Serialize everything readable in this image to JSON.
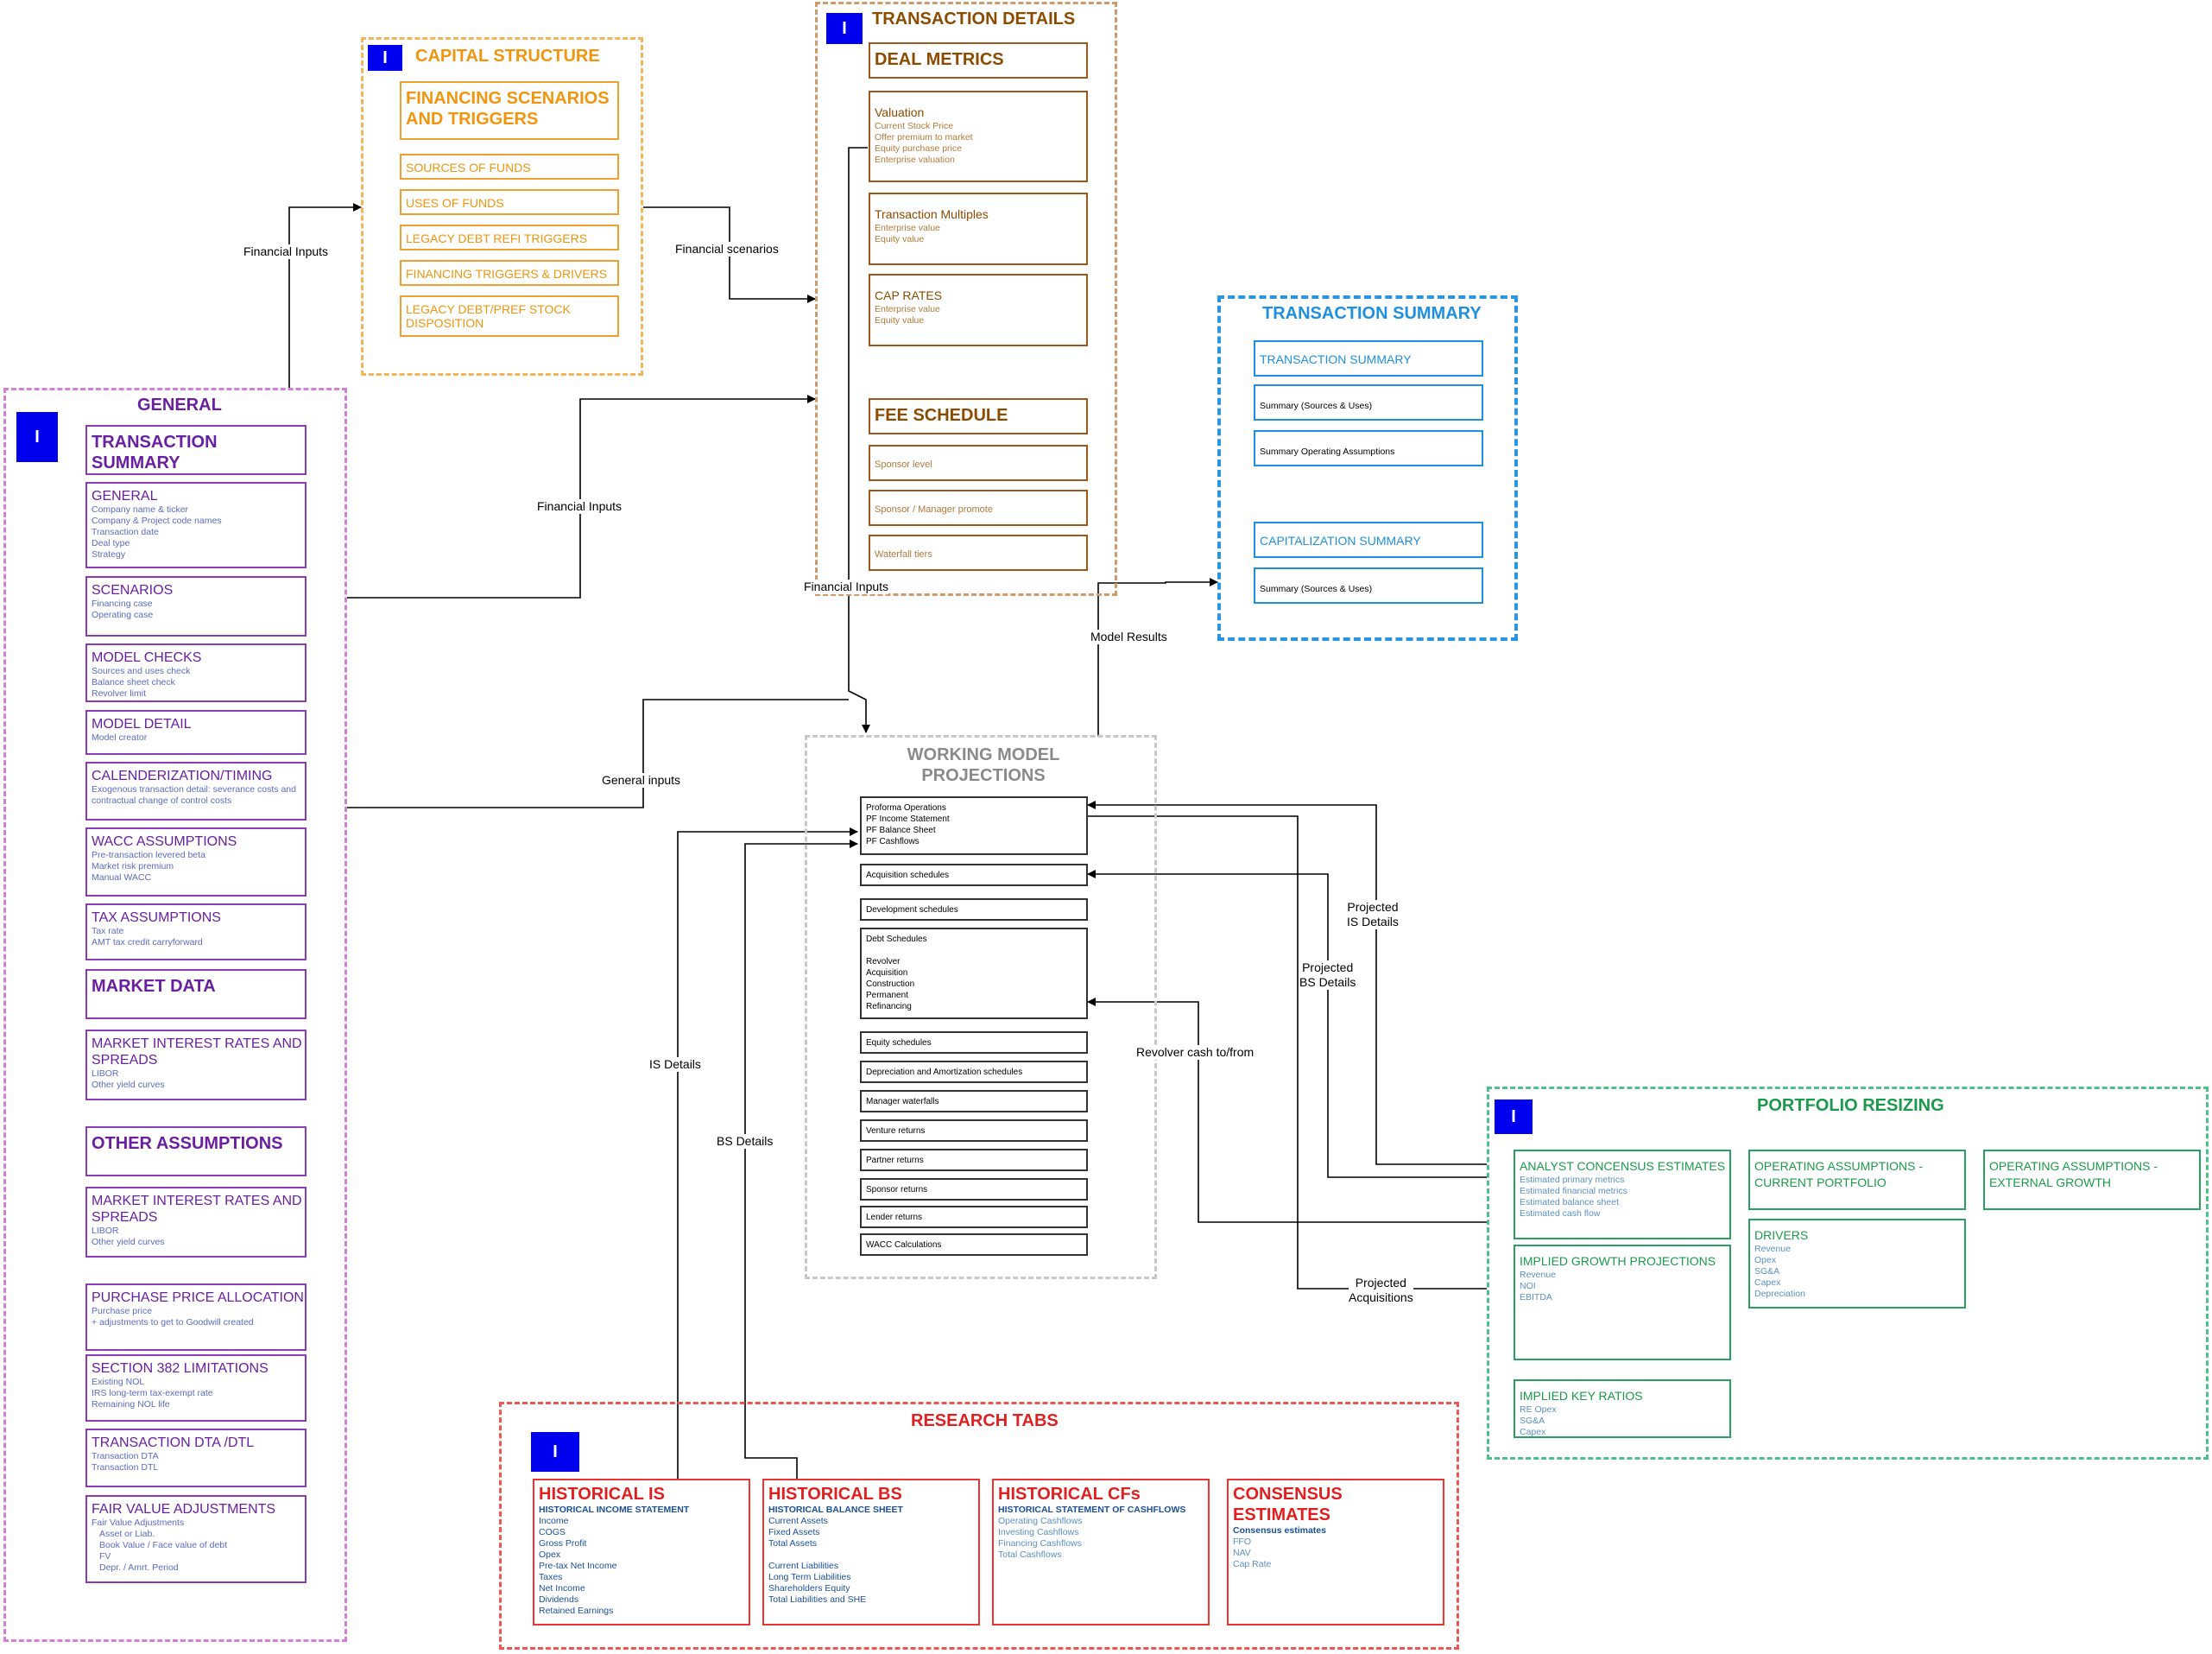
{
  "diagram": {
    "groups": {
      "general": {
        "title": "GENERAL",
        "badge": "I",
        "boxes": [
          {
            "heading": "TRANSACTION SUMMARY",
            "lines": []
          },
          {
            "heading": "GENERAL",
            "lines": [
              "Company name & ticker",
              "Company & Project code names",
              "Transaction date",
              "Deal type",
              "Strategy"
            ]
          },
          {
            "heading": "SCENARIOS",
            "lines": [
              "Financing case",
              "Operating case"
            ]
          },
          {
            "heading": "MODEL CHECKS",
            "lines": [
              "Sources and uses check",
              "Balance sheet check",
              "Revolver limit"
            ]
          },
          {
            "heading": "MODEL DETAIL",
            "lines": [
              "Model creator"
            ]
          },
          {
            "heading": "CALENDERIZATION/TIMING",
            "lines": [
              "Exogenous transaction detail: severance costs and",
              "contractual change of control costs"
            ]
          },
          {
            "heading": "WACC ASSUMPTIONS",
            "lines": [
              "Pre-transaction levered beta",
              "Market risk premium",
              "Manual WACC"
            ]
          },
          {
            "heading": "TAX ASSUMPTIONS",
            "lines": [
              "Tax rate",
              "AMT tax credit carryforward"
            ]
          },
          {
            "heading": "MARKET DATA",
            "lines": []
          },
          {
            "heading": "MARKET INTEREST RATES AND SPREADS",
            "lines": [
              "LIBOR",
              "Other yield curves"
            ]
          },
          {
            "heading": "OTHER ASSUMPTIONS",
            "lines": []
          },
          {
            "heading": "MARKET INTEREST RATES AND SPREADS",
            "lines": [
              "LIBOR",
              "Other yield curves"
            ]
          },
          {
            "heading": "PURCHASE PRICE ALLOCATION",
            "lines": [
              "Purchase price",
              "+ adjustments to get to Goodwill created"
            ]
          },
          {
            "heading": "SECTION 382 LIMITATIONS",
            "lines": [
              "Existing NOL",
              "IRS long-term tax-exempt rate",
              "Remaining NOL life"
            ]
          },
          {
            "heading": "TRANSACTION DTA /DTL",
            "lines": [
              "Transaction DTA",
              "Transaction DTL"
            ]
          },
          {
            "heading": "FAIR VALUE ADJUSTMENTS",
            "lines": [
              "Fair Value Adjustments",
              "Asset or Liab.",
              "Book Value / Face value of debt",
              "FV",
              "Depr. / Amrt. Period"
            ]
          }
        ]
      },
      "capital_structure": {
        "title": "CAPITAL STRUCTURE",
        "badge": "I",
        "boxes": [
          "FINANCING SCENARIOS AND TRIGGERS",
          "SOURCES OF FUNDS",
          "USES OF FUNDS",
          "LEGACY DEBT REFI TRIGGERS",
          "FINANCING TRIGGERS & DRIVERS",
          "LEGACY DEBT/PREF STOCK DISPOSITION"
        ]
      },
      "transaction_details": {
        "title": "TRANSACTION DETAILS",
        "badge": "I",
        "boxes": [
          {
            "heading": "DEAL METRICS",
            "lines": []
          },
          {
            "heading": "Valuation",
            "lines": [
              "Current Stock Price",
              "Offer premium to market",
              "Equity purchase price",
              "Enterprise valuation"
            ]
          },
          {
            "heading": "Transaction Multiples",
            "lines": [
              "Enterprise value",
              "Equity value"
            ]
          },
          {
            "heading": "CAP RATES",
            "lines": [
              "Enterprise value",
              "Equity value"
            ]
          },
          {
            "heading": "FEE SCHEDULE",
            "lines": []
          },
          {
            "heading": "Sponsor level",
            "lines": []
          },
          {
            "heading": "Sponsor / Manager promote",
            "lines": []
          },
          {
            "heading": "Waterfall tiers",
            "lines": []
          }
        ]
      },
      "transaction_summary": {
        "title": "TRANSACTION SUMMARY",
        "boxes": [
          "TRANSACTION SUMMARY",
          "Summary (Sources & Uses)",
          "Summary Operating Assumptions",
          "CAPITALIZATION SUMMARY",
          "Summary (Sources & Uses)"
        ]
      },
      "working_model": {
        "title": "WORKING MODEL PROJECTIONS",
        "boxes": [
          {
            "lines": [
              "Proforma Operations",
              "PF Income Statement",
              "PF Balance Sheet",
              "PF Cashflows"
            ]
          },
          {
            "lines": [
              "Acquisition schedules"
            ]
          },
          {
            "lines": [
              "Development schedules"
            ]
          },
          {
            "lines": [
              "Debt Schedules",
              "",
              "Revolver",
              "Acquisition",
              "Construction",
              "Permanent",
              "Refinancing"
            ]
          },
          {
            "lines": [
              "Equity schedules"
            ]
          },
          {
            "lines": [
              "Depreciation and Amortization schedules"
            ]
          },
          {
            "lines": [
              "Manager waterfalls"
            ]
          },
          {
            "lines": [
              "Venture returns"
            ]
          },
          {
            "lines": [
              "Partner returns"
            ]
          },
          {
            "lines": [
              "Sponsor returns"
            ]
          },
          {
            "lines": [
              "Lender returns"
            ]
          },
          {
            "lines": [
              "WACC Calculations"
            ]
          }
        ]
      },
      "portfolio_resizing": {
        "title": "PORTFOLIO RESIZING",
        "badge": "I",
        "boxes": [
          {
            "heading": "ANALYST CONCENSUS ESTIMATES",
            "lines": [
              "Estimated primary metrics",
              "Estimated financial metrics",
              "Estimated balance sheet",
              "Estimated cash flow"
            ]
          },
          {
            "heading": "OPERATING ASSUMPTIONS - CURRENT PORTFOLIO",
            "lines": []
          },
          {
            "heading": "OPERATING ASSUMPTIONS - EXTERNAL GROWTH",
            "lines": []
          },
          {
            "heading": "IMPLIED GROWTH PROJECTIONS",
            "lines": [
              "Revenue",
              "NOI",
              "EBITDA"
            ]
          },
          {
            "heading": "DRIVERS",
            "lines": [
              "Revenue",
              "Opex",
              "SG&A",
              "Capex",
              "Depreciation"
            ]
          },
          {
            "heading": "IMPLIED KEY RATIOS",
            "lines": [
              "RE Opex",
              "SG&A",
              "Capex"
            ]
          }
        ]
      },
      "research_tabs": {
        "title": "RESEARCH TABS",
        "badge": "I",
        "boxes": [
          {
            "heading": "HISTORICAL IS",
            "sub": "HISTORICAL INCOME STATEMENT",
            "lines": [
              "Income",
              "COGS",
              "Gross Profit",
              "Opex",
              "Pre-tax Net Income",
              "Taxes",
              "Net Income",
              "Dividends",
              "Retained Earnings"
            ]
          },
          {
            "heading": "HISTORICAL BS",
            "sub": "HISTORICAL BALANCE SHEET",
            "lines": [
              "Current Assets",
              "Fixed Assets",
              "Total Assets",
              "",
              "Current Liabilities",
              "Long Term Liabilities",
              "Shareholders Equity",
              "Total Liabilities and SHE"
            ]
          },
          {
            "heading": "HISTORICAL CFs",
            "sub": "HISTORICAL STATEMENT OF CASHFLOWS",
            "lines": [
              "Operating Cashflows",
              "Investing Cashflows",
              "Financing Cashflows",
              "Total Cashflows"
            ]
          },
          {
            "heading": "CONSENSUS ESTIMATES",
            "sub": "Consensus estimates",
            "lines": [
              "FFO",
              "NAV",
              "Cap Rate"
            ]
          }
        ]
      }
    },
    "edge_labels": {
      "financial_inputs_top": "Financial Inputs",
      "financial_scenarios": "Financial scenarios",
      "financial_inputs_mid": "Financial Inputs",
      "financial_inputs_low": "Financial Inputs",
      "model_results": "Model Results",
      "general_inputs": "General inputs",
      "projected_is": "Projected\nIS Details",
      "projected_bs": "Projected\nBS Details",
      "revolver": "Revolver cash to/from",
      "projected_acq": "Projected\nAcquisitions",
      "is_details": "IS Details",
      "bs_details": "BS Details"
    }
  }
}
